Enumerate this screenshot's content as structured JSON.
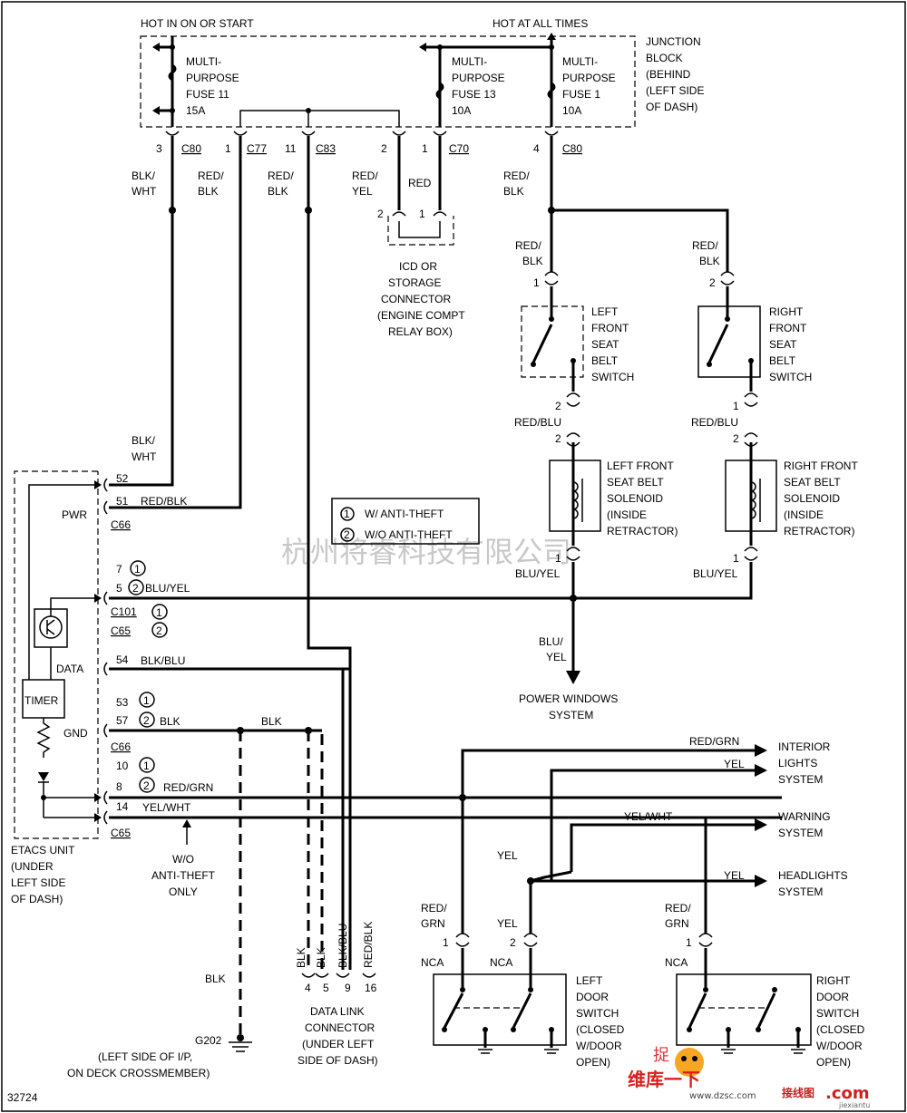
{
  "header": {
    "hot_in_on": "HOT IN ON OR START",
    "hot_at_all_times": "HOT AT ALL TIMES"
  },
  "junction_block": [
    "JUNCTION",
    "BLOCK",
    "(BEHIND",
    "(LEFT SIDE",
    "OF DASH)"
  ],
  "fuses": [
    {
      "lines": [
        "MULTI-",
        "PURPOSE",
        "FUSE 11",
        "15A"
      ]
    },
    {
      "lines": [
        "MULTI-",
        "PURPOSE",
        "FUSE 13",
        "10A"
      ]
    },
    {
      "lines": [
        "MULTI-",
        "PURPOSE",
        "FUSE 1",
        "10A"
      ]
    }
  ],
  "connectors_top": [
    {
      "pin": "3",
      "name": "C80"
    },
    {
      "pin": "1",
      "name": "C77"
    },
    {
      "pin": "11",
      "name": "C83"
    },
    {
      "pin": "2",
      "name": ""
    },
    {
      "pin": "1",
      "name": "C70"
    },
    {
      "pin": "4",
      "name": "C80"
    }
  ],
  "wires": {
    "blk_wht_1": [
      "BLK/",
      "WHT"
    ],
    "red_blk_1": [
      "RED/",
      "BLK"
    ],
    "red_blk_2": [
      "RED/",
      "BLK"
    ],
    "red_yel": [
      "RED/",
      "YEL"
    ],
    "red": "RED",
    "red_blk_3": [
      "RED/",
      "BLK"
    ],
    "red_blk_lf": [
      "RED/",
      "BLK"
    ],
    "red_blk_rf": [
      "RED/",
      "BLK"
    ],
    "red_blu_l": "RED/BLU",
    "red_blu_r": "RED/BLU",
    "blu_yel_l": "BLU/YEL",
    "blu_yel_r": "BLU/YEL",
    "blu_yel_down": [
      "BLU/",
      "YEL"
    ],
    "blk_wht_2": [
      "BLK/",
      "WHT"
    ],
    "red_blk_51": "RED/BLK",
    "blu_yel_5": "BLU/YEL",
    "blk_blu_54": "BLK/BLU",
    "blk_57": "BLK",
    "blk_mid": "BLK",
    "red_grn_8": "RED/GRN",
    "yel_wht_14": "YEL/WHT",
    "red_grn_int": "RED/GRN",
    "yel_int": "YEL",
    "yel_wht_warn": "YEL/WHT",
    "yel_head": "YEL",
    "yel_sw": "YEL",
    "red_grn_ld": [
      "RED/",
      "GRN"
    ],
    "yel_ld": "YEL",
    "red_grn_rd": [
      "RED/",
      "GRN"
    ],
    "blk_g202": "BLK",
    "dlc_wires": [
      "BLK",
      "BLK",
      "BLK/BLU",
      "RED/BLK"
    ]
  },
  "icd_connector": {
    "pins": [
      "2",
      "1"
    ],
    "label": [
      "ICD OR",
      "STORAGE",
      "CONNECTOR",
      "(ENGINE COMPT",
      "RELAY BOX)"
    ]
  },
  "seat_belt_switches": [
    {
      "pin_top": "1",
      "pin_bottom": "2",
      "label": [
        "LEFT",
        "FRONT",
        "SEAT",
        "BELT",
        "SWITCH"
      ]
    },
    {
      "pin_top": "2",
      "pin_bottom": "1",
      "label": [
        "RIGHT",
        "FRONT",
        "SEAT",
        "BELT",
        "SWITCH"
      ]
    }
  ],
  "solenoids": [
    {
      "pin_top": "2",
      "pin_bottom": "1",
      "label": [
        "LEFT FRONT",
        "SEAT BELT",
        "SOLENOID",
        "(INSIDE",
        "RETRACTOR)"
      ]
    },
    {
      "pin_top": "2",
      "pin_bottom": "1",
      "label": [
        "RIGHT FRONT",
        "SEAT BELT",
        "SOLENOID",
        "(INSIDE",
        "RETRACTOR)"
      ]
    }
  ],
  "legend": {
    "items": [
      {
        "num": "1",
        "text": "W/ ANTI-THEFT"
      },
      {
        "num": "2",
        "text": "W/O ANTI-THEFT"
      }
    ]
  },
  "watermark": "杭州将睿科技有限公司",
  "etacs": {
    "label": [
      "ETACS UNIT",
      "(UNDER",
      "LEFT SIDE",
      "OF DASH)"
    ],
    "pwr": "PWR",
    "data": "DATA",
    "gnd": "GND",
    "timer": "TIMER",
    "pins": {
      "p52": "52",
      "p51": "51",
      "c66a": "C66",
      "p7": "7",
      "p5": "5",
      "c101": "C101",
      "c65a": "C65",
      "p54": "54",
      "p53": "53",
      "p57": "57",
      "c66b": "C66",
      "p10": "10",
      "p8": "8",
      "p14": "14",
      "c65b": "C65"
    },
    "circle_nums": [
      "1",
      "2",
      "1",
      "2",
      "1",
      "2",
      "1",
      "2"
    ]
  },
  "wo_anti_theft_note": [
    "W/O",
    "ANTI-THEFT",
    "ONLY"
  ],
  "power_windows": [
    "POWER WINDOWS",
    "SYSTEM"
  ],
  "systems": {
    "interior": [
      "INTERIOR",
      "LIGHTS",
      "SYSTEM"
    ],
    "warning": [
      "WARNING",
      "SYSTEM"
    ],
    "headlights": [
      "HEADLIGHTS",
      "SYSTEM"
    ]
  },
  "door_switches": [
    {
      "pins": [
        "1",
        "2"
      ],
      "nca": [
        "NCA",
        "NCA"
      ],
      "label": [
        "LEFT",
        "DOOR",
        "SWITCH",
        "(CLOSED",
        "W/DOOR",
        "OPEN)"
      ]
    },
    {
      "pins": [
        "1"
      ],
      "nca": [
        "NCA"
      ],
      "label": [
        "RIGHT",
        "DOOR",
        "SWITCH",
        "(CLOSED",
        "W/DOOR",
        "OPEN)"
      ]
    }
  ],
  "data_link": {
    "pins": [
      "4",
      "5",
      "9",
      "16"
    ],
    "label": [
      "DATA LINK",
      "CONNECTOR",
      "(UNDER LEFT",
      "SIDE OF DASH)"
    ]
  },
  "ground": {
    "name": "G202",
    "label": [
      "(LEFT SIDE OF I/P,",
      "ON DECK CROSSMEMBER)"
    ]
  },
  "figure_id": "32724",
  "logos": {
    "left_top": "捉",
    "left_main": "维库一下",
    "left_sub": "www.dzsc.com",
    "right_main": "接线图",
    "right_com": ".com",
    "right_sub": "jiexiantu"
  }
}
